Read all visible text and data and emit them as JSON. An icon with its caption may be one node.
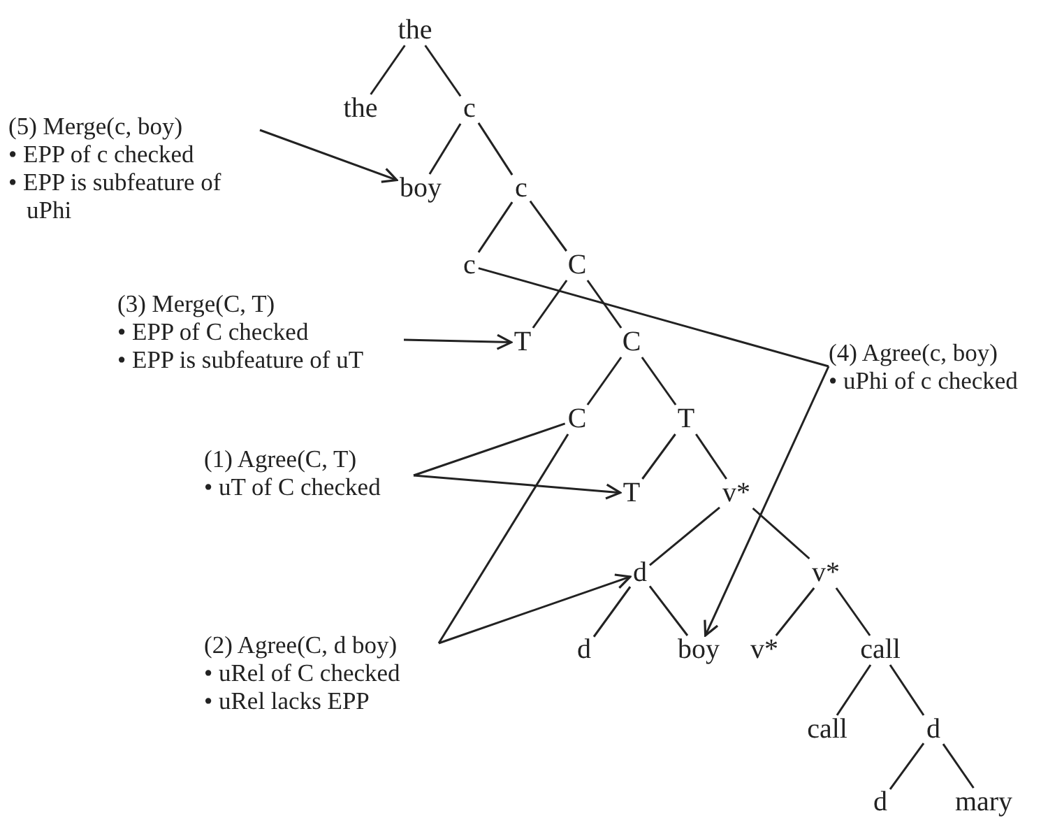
{
  "diagram": {
    "nodes": [
      {
        "text": [
          "the"
        ]
      },
      {
        "text": [
          "the"
        ]
      },
      {
        "text": [
          "c"
        ]
      },
      {
        "text": [
          "boy"
        ]
      },
      {
        "text": [
          "c"
        ]
      },
      {
        "text": [
          "c"
        ]
      },
      {
        "text": [
          "C"
        ]
      },
      {
        "text": [
          "T"
        ]
      },
      {
        "text": [
          "C"
        ]
      },
      {
        "text": [
          "C"
        ]
      },
      {
        "text": [
          "T"
        ]
      },
      {
        "text": [
          "T"
        ]
      },
      {
        "text": [
          "v*"
        ]
      },
      {
        "text": [
          "d"
        ]
      },
      {
        "text": [
          "v*"
        ]
      },
      {
        "text": [
          "d"
        ]
      },
      {
        "text": [
          "boy"
        ]
      },
      {
        "text": [
          "v*"
        ]
      },
      {
        "text": [
          "call"
        ]
      },
      {
        "text": [
          "call"
        ]
      },
      {
        "text": [
          "d"
        ]
      },
      {
        "text": [
          "d"
        ]
      },
      {
        "text": [
          "mary"
        ]
      },
      {
        "text": [
          "(5) Merge(c, boy)",
          "• EPP of c checked",
          "• EPP is subfeature of uPhi"
        ]
      },
      {
        "text": [
          "(3) Merge(C, T)",
          "• EPP of C checked",
          "• EPP is subfeature of uT"
        ]
      },
      {
        "text": [
          "(4) Agree(c, boy)",
          "• uPhi of c checked"
        ]
      },
      {
        "text": [
          "(1) Agree(C, T)",
          "• uT of C checked"
        ]
      },
      {
        "text": [
          "(2) Agree(C, d boy)",
          "• uRel of C checked",
          "• uRel lacks EPP"
        ]
      }
    ],
    "edges": [
      {
        "from": 0,
        "to": 1,
        "arrow": "none"
      },
      {
        "from": 0,
        "to": 2,
        "arrow": "none"
      },
      {
        "from": 2,
        "to": 3,
        "arrow": "none"
      },
      {
        "from": 2,
        "to": 4,
        "arrow": "none"
      },
      {
        "from": 4,
        "to": 5,
        "arrow": "none"
      },
      {
        "from": 4,
        "to": 6,
        "arrow": "none"
      },
      {
        "from": 6,
        "to": 7,
        "arrow": "none"
      },
      {
        "from": 6,
        "to": 8,
        "arrow": "none"
      },
      {
        "from": 8,
        "to": 9,
        "arrow": "none"
      },
      {
        "from": 8,
        "to": 10,
        "arrow": "none"
      },
      {
        "from": 10,
        "to": 11,
        "arrow": "none"
      },
      {
        "from": 10,
        "to": 12,
        "arrow": "none"
      },
      {
        "from": 12,
        "to": 13,
        "arrow": "none"
      },
      {
        "from": 12,
        "to": 14,
        "arrow": "none"
      },
      {
        "from": 13,
        "to": 15,
        "arrow": "none"
      },
      {
        "from": 13,
        "to": 16,
        "arrow": "none"
      },
      {
        "from": 14,
        "to": 17,
        "arrow": "none"
      },
      {
        "from": 14,
        "to": 18,
        "arrow": "none"
      },
      {
        "from": 18,
        "to": 19,
        "arrow": "none"
      },
      {
        "from": 18,
        "to": 20,
        "arrow": "none"
      },
      {
        "from": 20,
        "to": 21,
        "arrow": "none"
      },
      {
        "from": 20,
        "to": 22,
        "arrow": "none"
      },
      {
        "from": 23,
        "to": 3,
        "arrow": "to"
      },
      {
        "from": 24,
        "to": 7,
        "arrow": "to"
      },
      {
        "from": 5,
        "to": 25,
        "arrow": "none"
      },
      {
        "from": 25,
        "to": 16,
        "arrow": "to"
      },
      {
        "from": 26,
        "to": 9,
        "arrow": "none"
      },
      {
        "from": 26,
        "to": 11,
        "arrow": "to"
      },
      {
        "from": 27,
        "to": 9,
        "arrow": "none"
      },
      {
        "from": 27,
        "to": 13,
        "arrow": "to"
      }
    ]
  }
}
